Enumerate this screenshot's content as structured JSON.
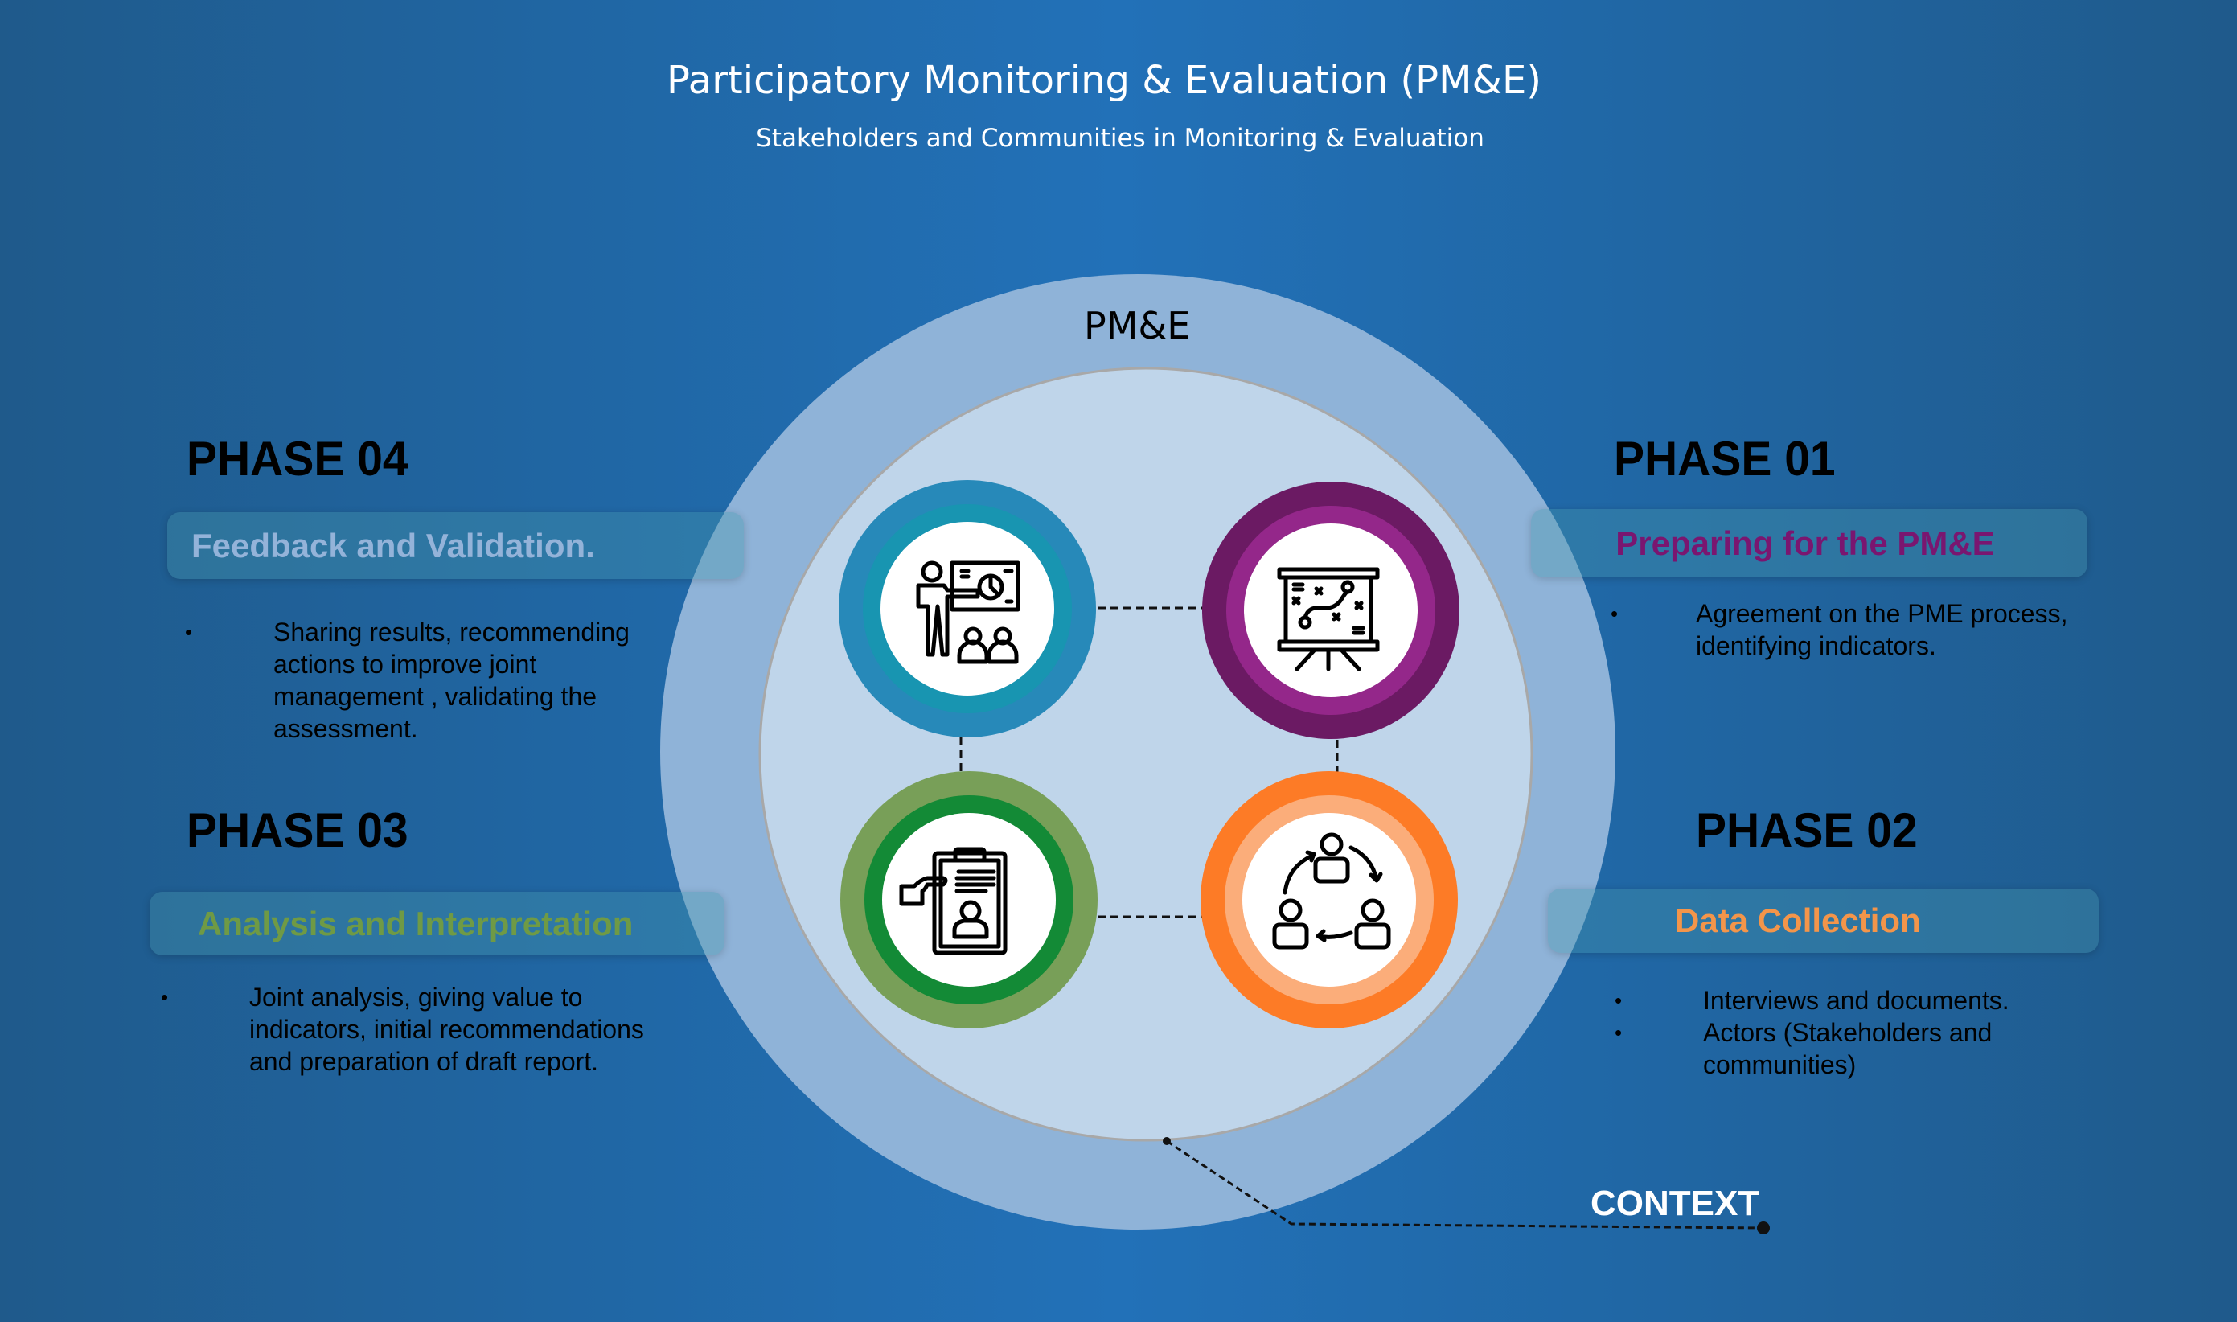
{
  "header": {
    "title": "Participatory Monitoring & Evaluation (PM&E)",
    "subtitle": "Stakeholders and Communities in  Monitoring & Evaluation"
  },
  "center": {
    "label": "PM&E",
    "context_label": "CONTEXT"
  },
  "colors": {
    "background_edge": "#1f5a8b",
    "background_center": "#2271b8",
    "outer_ring": "#8fb3d8",
    "inner_circle": "#bfd5ea",
    "phase01_outer": "#6b1a63",
    "phase01_inner": "#94278a",
    "phase02_outer": "#fd7b26",
    "phase02_inner": "#fbad7a",
    "phase03_outer": "#789f58",
    "phase03_inner": "#138a36",
    "phase04_outer": "#2789b9",
    "phase04_inner": "#1895b1"
  },
  "phases": [
    {
      "id": "phase-01",
      "heading": "PHASE 01",
      "label": "Preparing for the PM&E",
      "label_color": "#7a1670",
      "icon": "strategy-board-icon",
      "bullets": [
        "Agreement on the PME process, identifying indicators."
      ]
    },
    {
      "id": "phase-02",
      "heading": "PHASE 02",
      "label": "Data Collection",
      "label_color": "#f3954a",
      "icon": "people-cycle-icon",
      "bullets": [
        "Interviews and documents.",
        "Actors (Stakeholders and communities)"
      ]
    },
    {
      "id": "phase-03",
      "heading": "PHASE 03",
      "label": "Analysis and Interpretation",
      "label_color": "#6f9a45",
      "icon": "clipboard-profile-icon",
      "bullets": [
        "Joint analysis, giving value to indicators, initial recommendations and preparation of  draft report."
      ]
    },
    {
      "id": "phase-04",
      "heading": "PHASE 04",
      "label": "Feedback and Validation.",
      "label_color": "#94b3d9",
      "icon": "presentation-icon",
      "bullets": [
        "Sharing results, recommending actions to improve joint management , validating the assessment."
      ]
    }
  ]
}
